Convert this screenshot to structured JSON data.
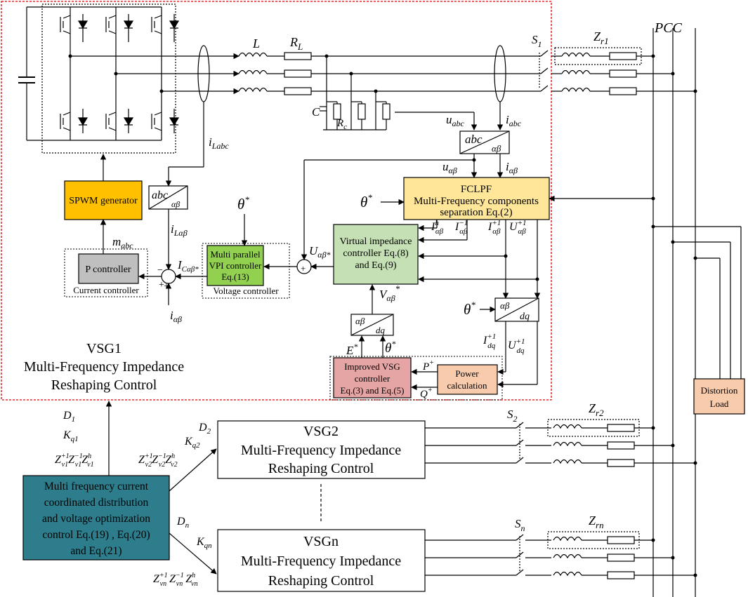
{
  "labels": {
    "pcc": "PCC",
    "inductor": "L",
    "resistor": "R",
    "resistor_sub": "L",
    "switch1": "S",
    "switch1_sub": "1",
    "zr1": "Z",
    "zr1_sub": "r1",
    "cap": "C",
    "rc": "R",
    "rc_sub": "c",
    "uabc": "u",
    "uabc_sub": "abc",
    "iabc": "i",
    "iabc_sub": "abc",
    "ilabc": "i",
    "ilabc_sub": "Labc",
    "abc": "abc",
    "ab": "αβ",
    "dq": "dq",
    "ualphabeta": "u",
    "ialphabeta": "i",
    "alphabeta_sub": "αβ",
    "theta": "θ",
    "star": "*",
    "fclpf_title": "FCLPF",
    "fclpf_line2": "Multi-Frequency components",
    "fclpf_line3": "separation Eq.(2)",
    "spwm": "SPWM generator",
    "iLab": "i",
    "iLab_sub": "Lαβ",
    "mabc": "m",
    "mabc_sub": "abc",
    "pctrl": "P controller",
    "curctrl": "Current controller",
    "icab": "I",
    "icab_sub": "Cαβ*",
    "vpi_l1": "Multi parallel",
    "vpi_l2": "VPI controller",
    "vpi_l3": "Eq.(13)",
    "voltctrl": "Voltage controller",
    "uab_star": "U",
    "uab_star_sub": "αβ*",
    "vi_l1": "Virtual impedance",
    "vi_l2": "controller Eq.(8)",
    "vi_l3": "and Eq.(9)",
    "ih": "I",
    "ih_sup": "h",
    "im1": "I",
    "im1_sup": "−1",
    "ip1": "I",
    "ip1_sup": "+1",
    "up1": "U",
    "up1_sup": "+1",
    "vab": "V",
    "vab_sub": "αβ",
    "idq": "I",
    "idq_sup": "+1",
    "idq_sub": "dq",
    "udq": "U",
    "udq_sup": "+1",
    "udq_sub": "dq",
    "E": "E",
    "vsg_l1": "Improved VSG",
    "vsg_l2": "controller",
    "vsg_l3": "Eq.(3) and Eq.(5)",
    "P": "P",
    "Q": "Q",
    "plus": "+",
    "minus": "−",
    "power_l1": "Power",
    "power_l2": "calculation",
    "vsg1_l1": "VSG1",
    "vsg1_l2": "Multi-Frequency Impedance",
    "vsg1_l3": "Reshaping Control",
    "distortion_l1": "Distortion",
    "distortion_l2": "Load",
    "D": "D",
    "K": "K",
    "Z": "Z",
    "v": "v",
    "sub1": "1",
    "subq1": "q1",
    "subv1": "v1",
    "sub2": "2",
    "subq2": "q2",
    "subv2": "v2",
    "subn": "n",
    "subqn": "qn",
    "subvn": "vn",
    "sup_p1": "+1",
    "sup_m1": "−1",
    "sup_h": "h",
    "vsg2_l1": "VSG2",
    "vsg2_l2": "Multi-Frequency Impedance",
    "vsg2_l3": "Reshaping Control",
    "vsgn_l1": "VSGn",
    "vsgn_l2": "Multi-Frequency Impedance",
    "vsgn_l3": "Reshaping Control",
    "s2": "S",
    "s2_sub": "2",
    "zr2": "Z",
    "zr2_sub": "r2",
    "sn": "S",
    "sn_sub": "n",
    "zrn": "Z",
    "zrn_sub": "rn",
    "mfc_l1": "Multi frequency current",
    "mfc_l2": "coordinated distribution",
    "mfc_l3": "and voltage optimization",
    "mfc_l4": "control Eq.(19) , Eq.(20)",
    "mfc_l5": "and Eq.(21)"
  },
  "colors": {
    "fclpf": "#FFE699",
    "spwm": "#FFC000",
    "pctrl": "#BFBFBF",
    "vpi": "#92D050",
    "vi": "#C5E0B4",
    "vsg": "#E6A5A5",
    "power": "#F8CBAD",
    "distortion": "#F8CBAD",
    "mfc": "#2E7D8C",
    "boundary": "#E00000"
  }
}
